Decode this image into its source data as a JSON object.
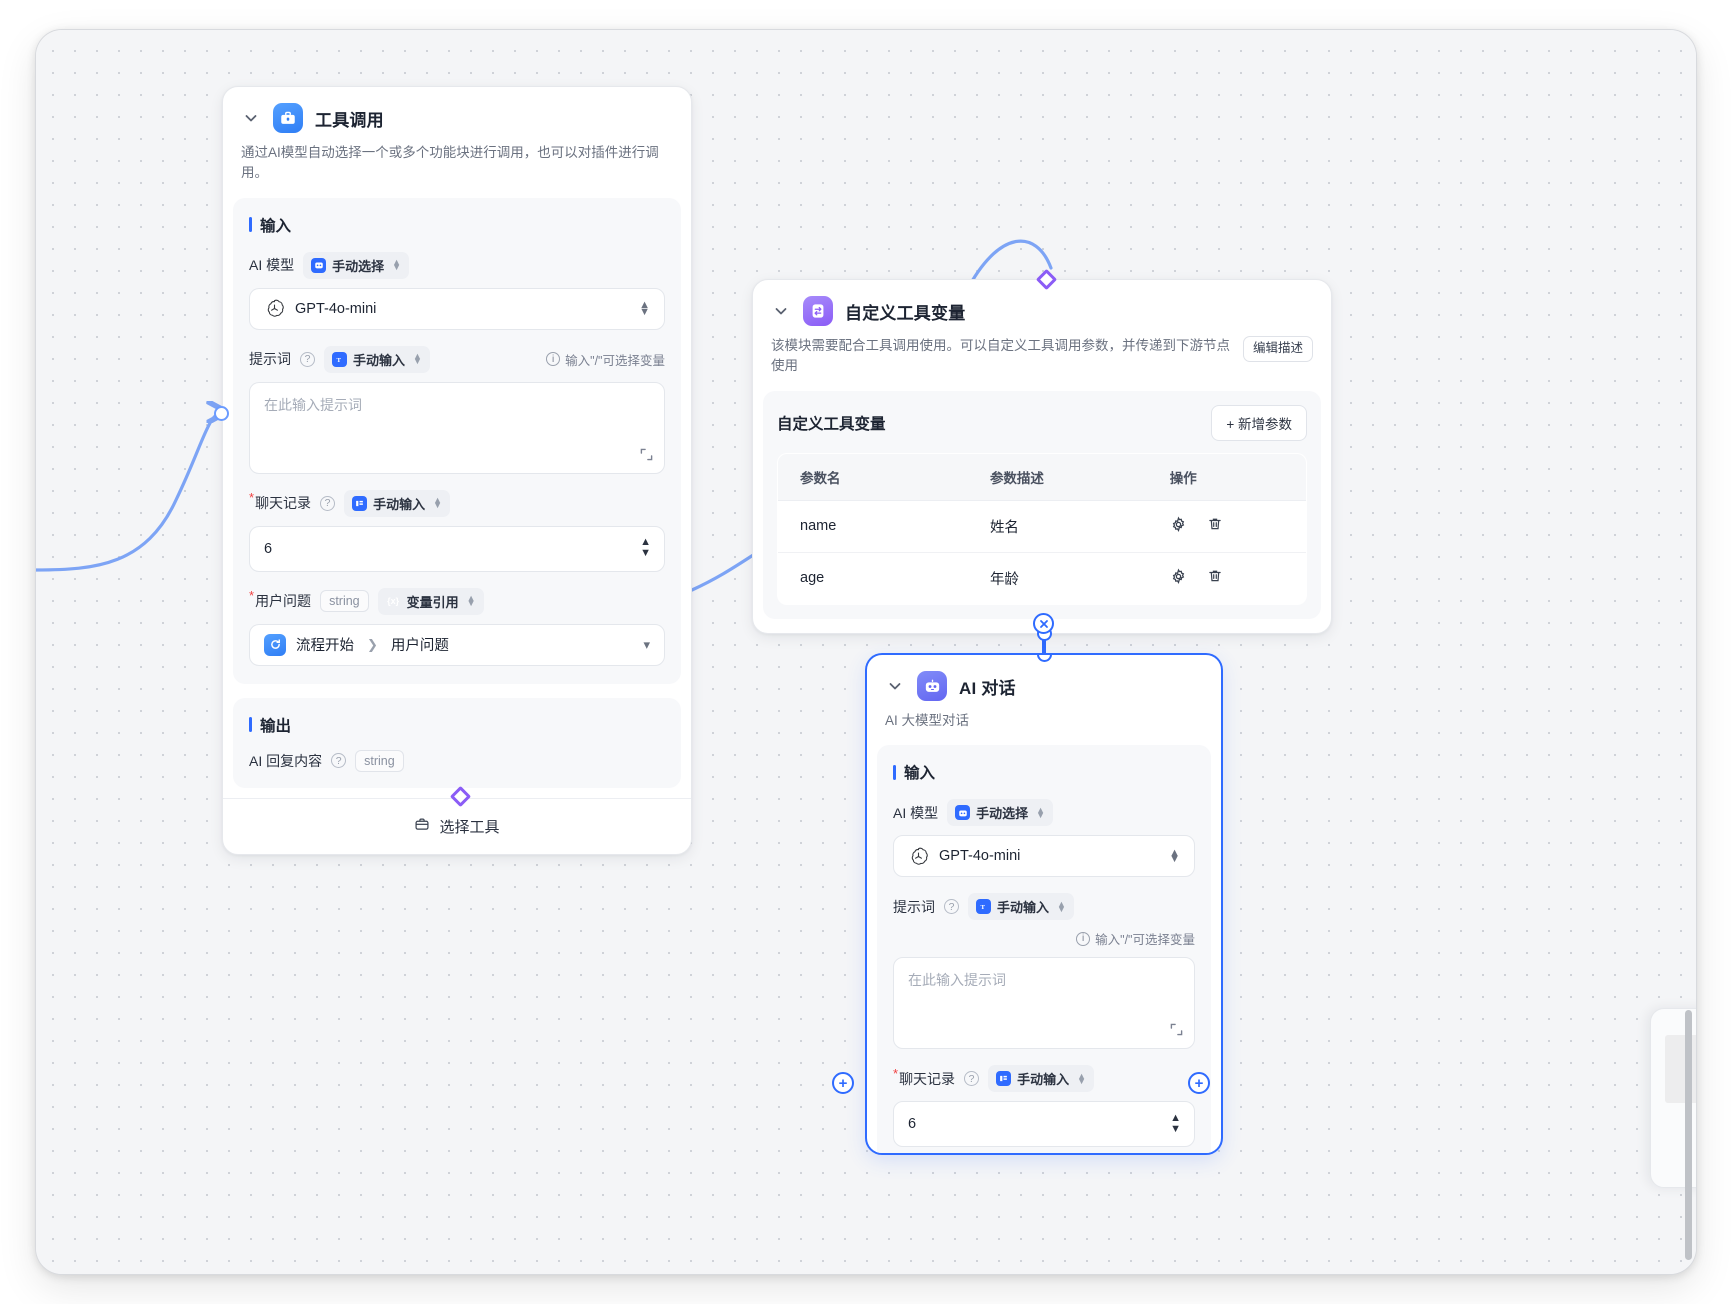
{
  "canvas": {
    "label": "workflow-canvas"
  },
  "nodes": {
    "tool_call": {
      "title": "工具调用",
      "icon": "toolbox-icon",
      "description": "通过AI模型自动选择一个或多个功能块进行调用，也可以对插件进行调用。",
      "input_section": "输入",
      "output_section": "输出",
      "fields": {
        "ai_model": {
          "label": "AI 模型",
          "mode": "手动选择",
          "value": "GPT-4o-mini",
          "provider_icon": "openai-icon"
        },
        "prompt": {
          "label": "提示词",
          "mode": "手动输入",
          "hint": "输入\"/\"可选择变量",
          "placeholder": "在此输入提示词",
          "value": ""
        },
        "chat_history": {
          "label": "聊天记录",
          "required": true,
          "mode": "手动输入",
          "value": "6"
        },
        "user_question": {
          "label": "用户问题",
          "required": true,
          "type": "string",
          "mode": "变量引用",
          "ref_source": "流程开始",
          "ref_field": "用户问题"
        }
      },
      "output": {
        "label": "AI 回复内容",
        "type": "string"
      },
      "footer_button": "选择工具"
    },
    "custom_tool_vars": {
      "title": "自定义工具变量",
      "icon": "variable-swap-icon",
      "description": "该模块需要配合工具调用使用。可以自定义工具调用参数，并传递到下游节点使用",
      "edit_desc_button": "编辑描述",
      "panel_title": "自定义工具变量",
      "add_button": "+ 新增参数",
      "table": {
        "headers": [
          "参数名",
          "参数描述",
          "操作"
        ],
        "rows": [
          {
            "name": "name",
            "desc": "姓名",
            "ops": [
              "gear-icon",
              "trash-icon"
            ]
          },
          {
            "name": "age",
            "desc": "年龄",
            "ops": [
              "gear-icon",
              "trash-icon"
            ]
          }
        ]
      }
    },
    "ai_chat": {
      "title": "AI 对话",
      "icon": "robot-icon",
      "description": "AI 大模型对话",
      "input_section": "输入",
      "fields": {
        "ai_model": {
          "label": "AI 模型",
          "mode": "手动选择",
          "value": "GPT-4o-mini",
          "provider_icon": "openai-icon"
        },
        "prompt": {
          "label": "提示词",
          "mode": "手动输入",
          "hint": "输入\"/\"可选择变量",
          "placeholder": "在此输入提示词",
          "value": ""
        },
        "chat_history": {
          "label": "聊天记录",
          "required": true,
          "mode": "手动输入",
          "value": "6"
        }
      }
    }
  },
  "colors": {
    "accent_blue": "#2f6bff",
    "edge_blue": "#7da4f5",
    "accent_purple": "#8b5cf6",
    "canvas_bg": "#f4f5f7",
    "required_red": "#f04040"
  }
}
